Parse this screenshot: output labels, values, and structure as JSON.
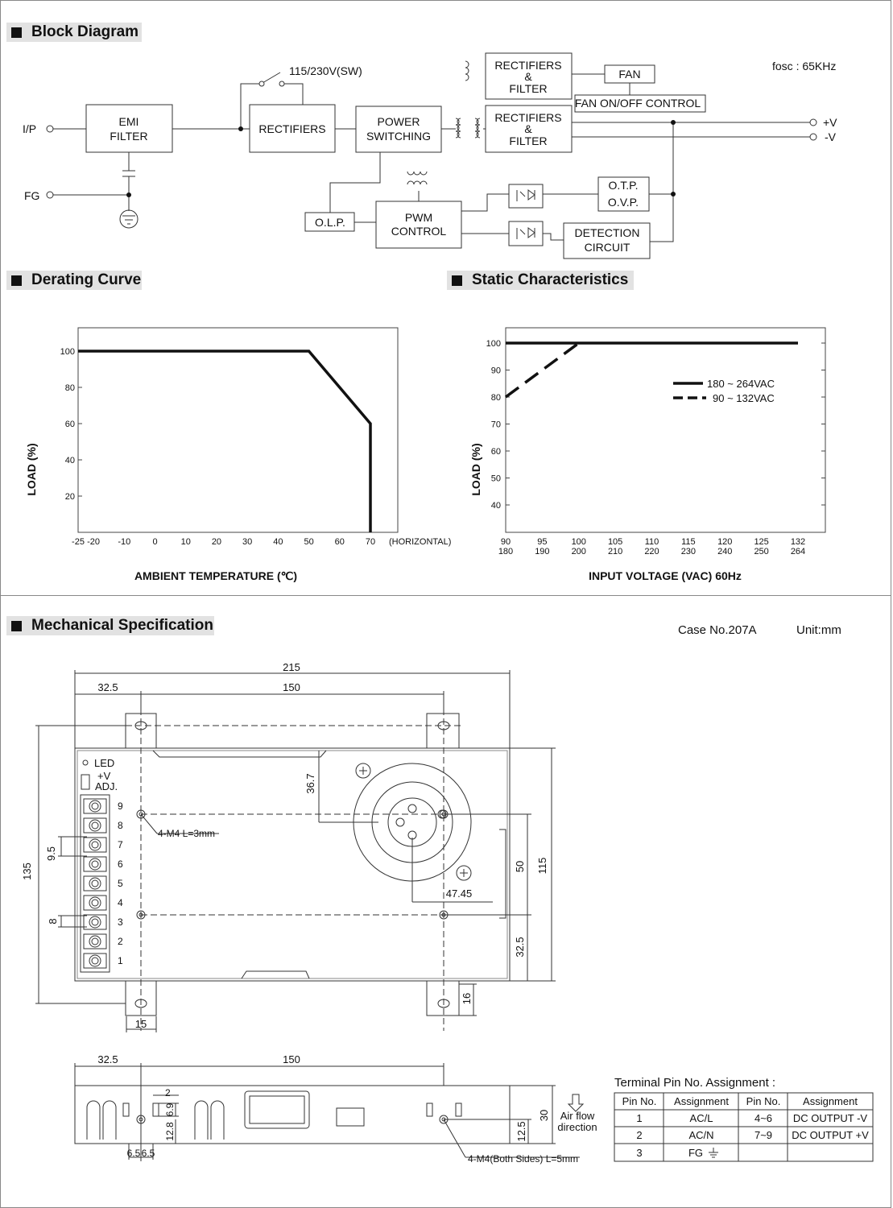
{
  "sections": {
    "block_diagram": "Block Diagram",
    "derating_curve": "Derating Curve",
    "static_characteristics": "Static Characteristics",
    "mechanical_specification": "Mechanical Specification"
  },
  "block_diagram": {
    "fosc": "fosc : 65KHz",
    "ip": "I/P",
    "fg": "FG",
    "switch_label": "115/230V(SW)",
    "emi_filter_1": "EMI",
    "emi_filter_2": "FILTER",
    "rectifiers": "RECTIFIERS",
    "power_switching_1": "POWER",
    "power_switching_2": "SWITCHING",
    "rect_filter_1": "RECTIFIERS",
    "rect_filter_amp": "&",
    "rect_filter_2": "FILTER",
    "fan": "FAN",
    "fan_control": "FAN ON/OFF CONTROL",
    "plus_v": "+V",
    "minus_v": "-V",
    "olp": "O.L.P.",
    "pwm_1": "PWM",
    "pwm_2": "CONTROL",
    "otp": "O.T.P.",
    "ovp": "O.V.P.",
    "detection_1": "DETECTION",
    "detection_2": "CIRCUIT"
  },
  "chart_data": [
    {
      "type": "line",
      "title": "Derating Curve",
      "xlabel": "AMBIENT TEMPERATURE (℃)",
      "ylabel": "LOAD (%)",
      "x_ticks": [
        "-25",
        "-20",
        "-10",
        "0",
        "10",
        "20",
        "30",
        "40",
        "50",
        "60",
        "70"
      ],
      "x_note": "(HORIZONTAL)",
      "y_ticks": [
        "20",
        "40",
        "60",
        "80",
        "100"
      ],
      "xlim": [
        -25,
        80
      ],
      "ylim": [
        0,
        110
      ],
      "series": [
        {
          "x": [
            -25,
            50,
            70,
            70
          ],
          "y": [
            100,
            100,
            60,
            0
          ]
        }
      ]
    },
    {
      "type": "line",
      "title": "Static Characteristics",
      "xlabel": "INPUT VOLTAGE (VAC) 60Hz",
      "ylabel": "LOAD (%)",
      "x_ticks_top": [
        "90",
        "95",
        "100",
        "105",
        "110",
        "115",
        "120",
        "125",
        "132"
      ],
      "x_ticks_bottom": [
        "180",
        "190",
        "200",
        "210",
        "220",
        "230",
        "240",
        "250",
        "264"
      ],
      "y_ticks": [
        "40",
        "50",
        "60",
        "70",
        "80",
        "90",
        "100"
      ],
      "legend": "right",
      "series": [
        {
          "name": "180 ~ 264VAC",
          "style": "solid",
          "x": [
            180,
            264
          ],
          "y": [
            100,
            100
          ]
        },
        {
          "name": "90 ~ 132VAC",
          "style": "dashed",
          "x": [
            90,
            100,
            132
          ],
          "y": [
            80,
            100,
            100
          ]
        }
      ]
    }
  ],
  "mechanical": {
    "case_no": "Case No.207A",
    "unit": "Unit:mm",
    "dims": {
      "d215": "215",
      "d32_5a": "32.5",
      "d150a": "150",
      "d36_7": "36.7",
      "d135": "135",
      "d9_5": "9.5",
      "d8": "8",
      "d50": "50",
      "d115": "115",
      "d47_45": "47.45",
      "d32_5b": "32.5",
      "d16": "16",
      "d15": "15",
      "d32_5c": "32.5",
      "d150b": "150",
      "d2": "2",
      "d6_9": "6.9",
      "d12_8": "12.8",
      "d6_5a": "6.5",
      "d6_5b": "6.5",
      "d30": "30",
      "d12_5": "12.5"
    },
    "led": "LED",
    "plus_v": "+V",
    "adj": "ADJ.",
    "terminals": [
      "9",
      "8",
      "7",
      "6",
      "5",
      "4",
      "3",
      "2",
      "1"
    ],
    "m4_top": "4-M4 L=3mm",
    "m4_side": "4-M4(Both Sides) L=5mm",
    "airflow_1": "Air flow",
    "airflow_2": "direction"
  },
  "terminal_table": {
    "title": "Terminal Pin No. Assignment :",
    "headers": [
      "Pin No.",
      "Assignment",
      "Pin No.",
      "Assignment"
    ],
    "rows": [
      [
        "1",
        "AC/L",
        "4~6",
        "DC OUTPUT -V"
      ],
      [
        "2",
        "AC/N",
        "7~9",
        "DC OUTPUT +V"
      ],
      [
        "3",
        "FG",
        "",
        ""
      ]
    ]
  }
}
